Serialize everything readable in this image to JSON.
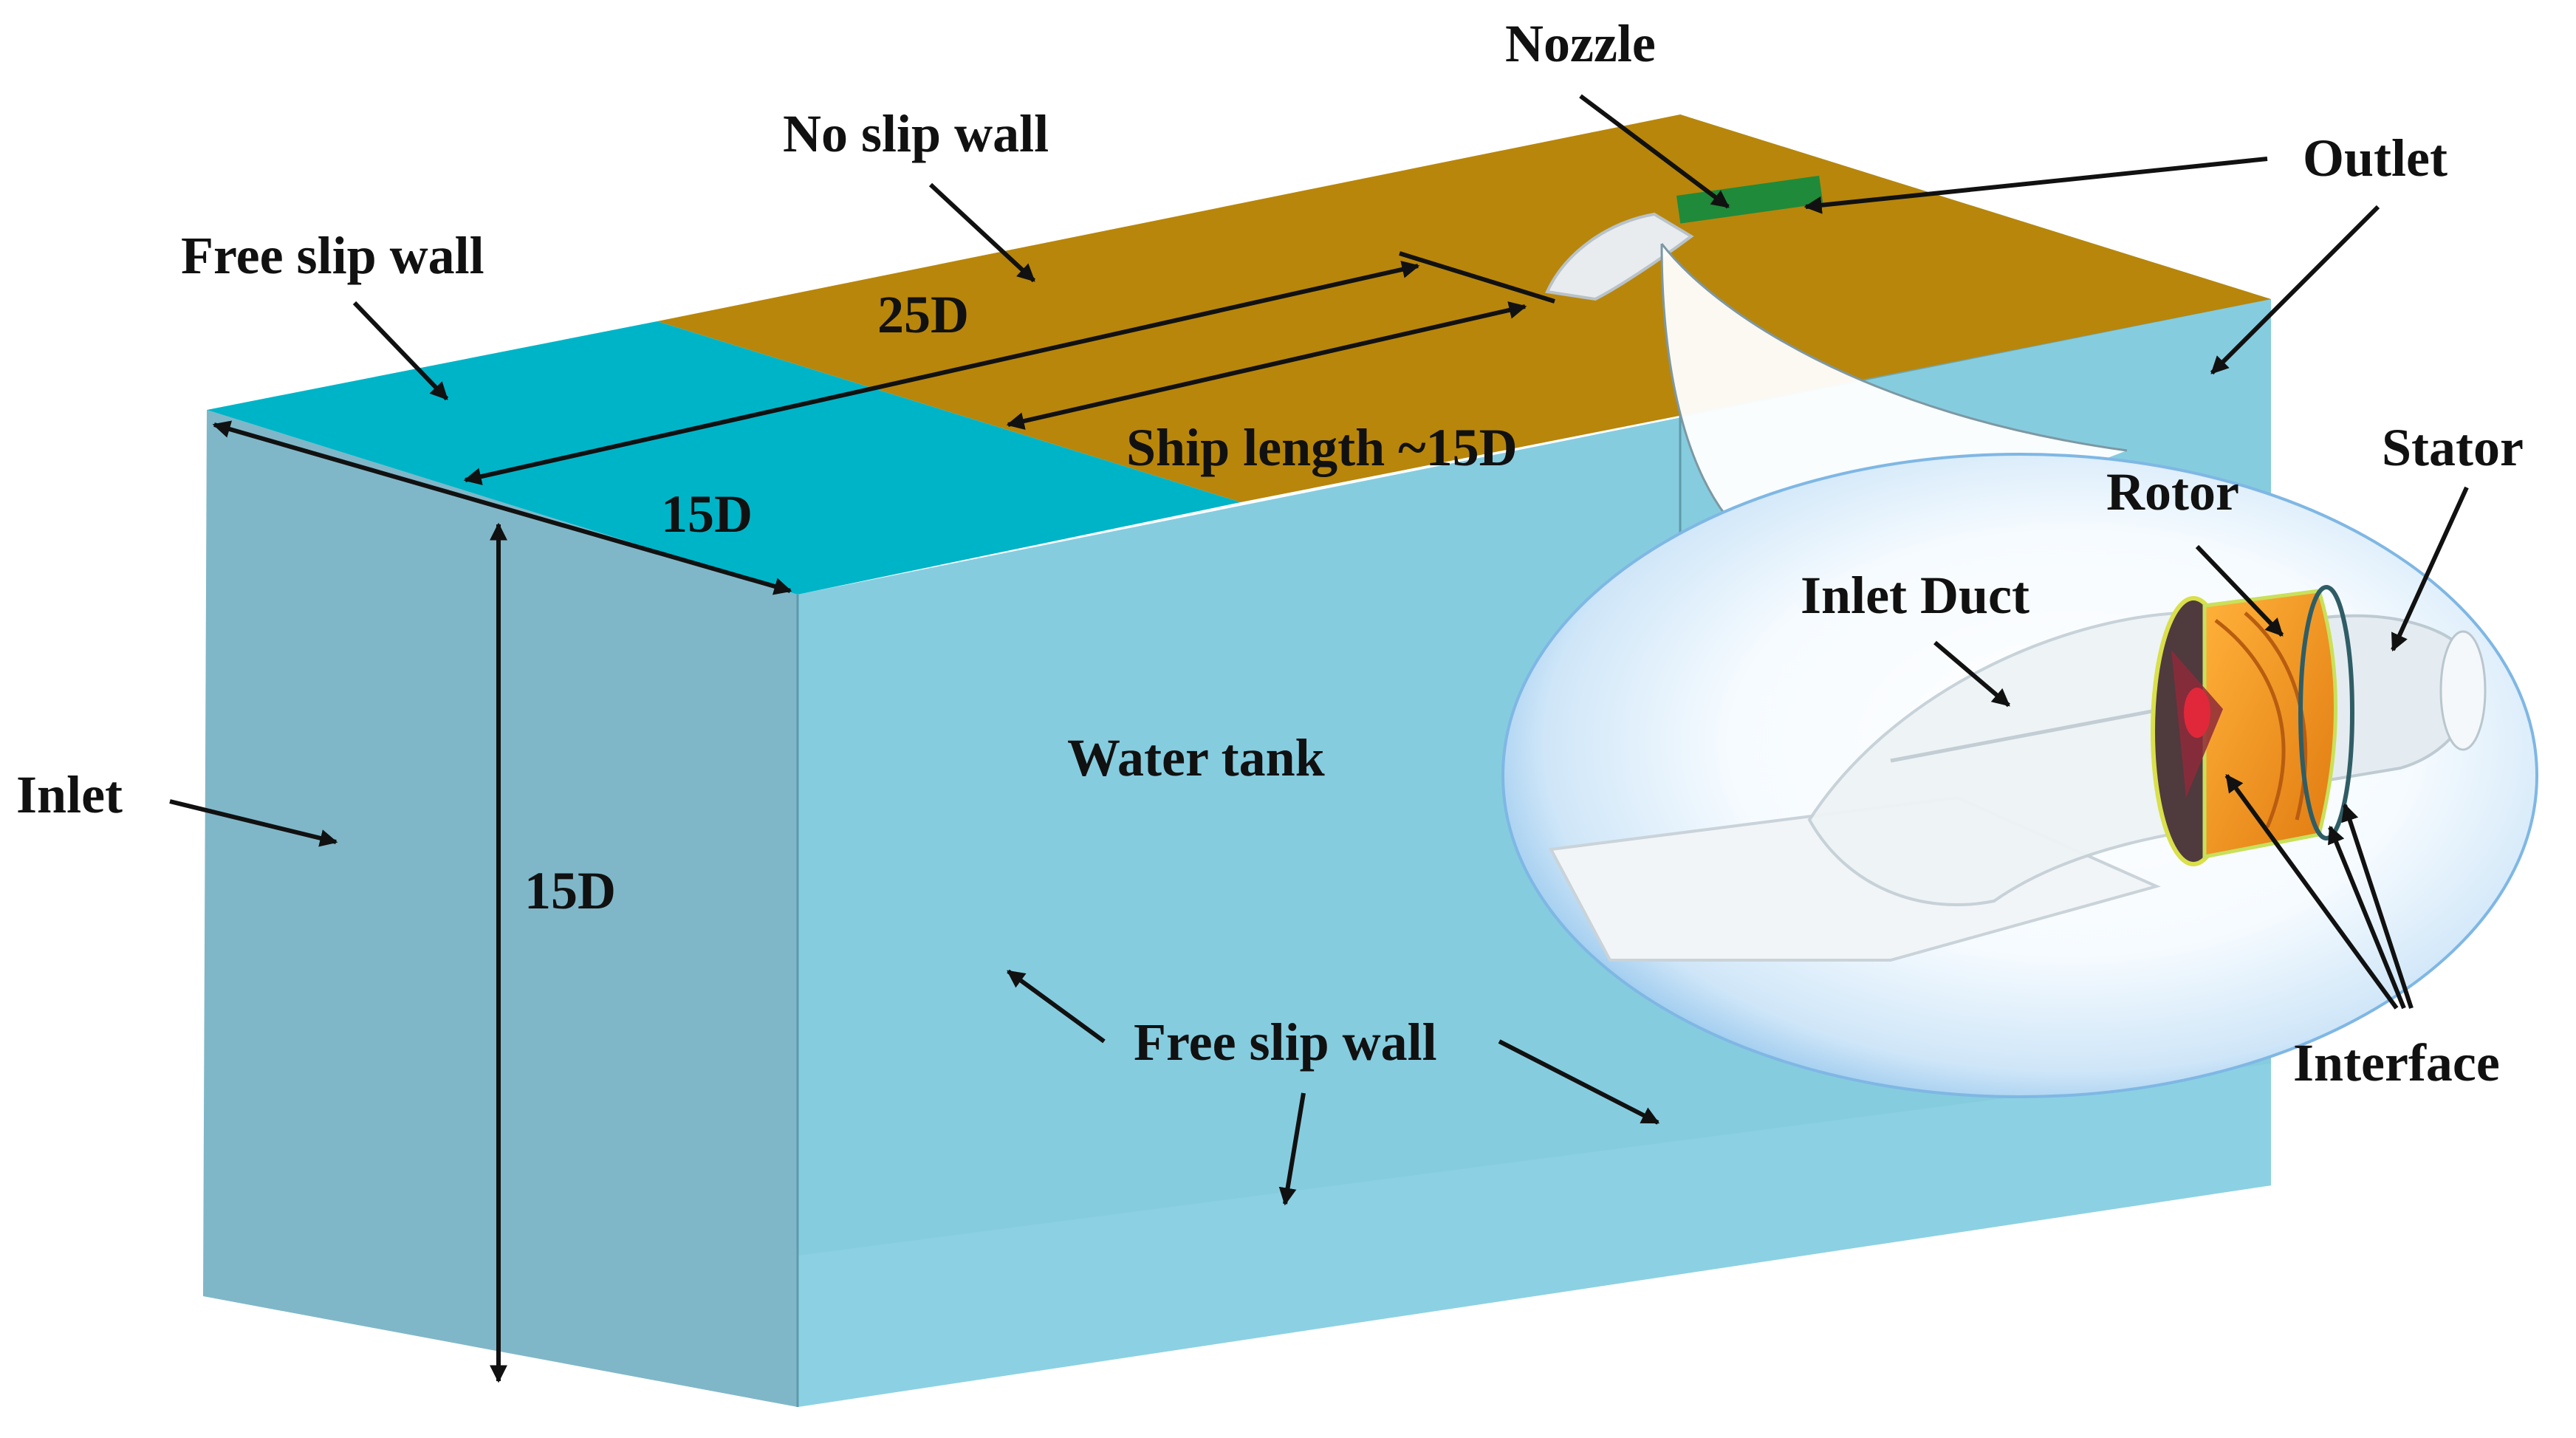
{
  "labels": {
    "nozzle": "Nozzle",
    "no_slip_wall": "No slip wall",
    "outlet": "Outlet",
    "free_slip_wall_top": "Free slip wall",
    "dim_25d": "25D",
    "ship_length": "Ship length ~15D",
    "dim_15d_width": "15D",
    "stator": "Stator",
    "rotor": "Rotor",
    "inlet_duct": "Inlet Duct",
    "inlet": "Inlet",
    "water_tank": "Water tank",
    "dim_15d_height": "15D",
    "free_slip_wall_bottom": "Free slip wall",
    "interface": "Interface"
  },
  "colors": {
    "no_slip_wall": "#b8860b",
    "free_slip_top": "#00b4c8",
    "front_face": "#86ccdf",
    "left_face": "#7fb7c8",
    "back_face": "#6ea7b2",
    "nozzle": "#1f8a3a",
    "rotor": "#f29a1e",
    "interface_ring": "#d9e04a",
    "hub": "#e0283a"
  }
}
